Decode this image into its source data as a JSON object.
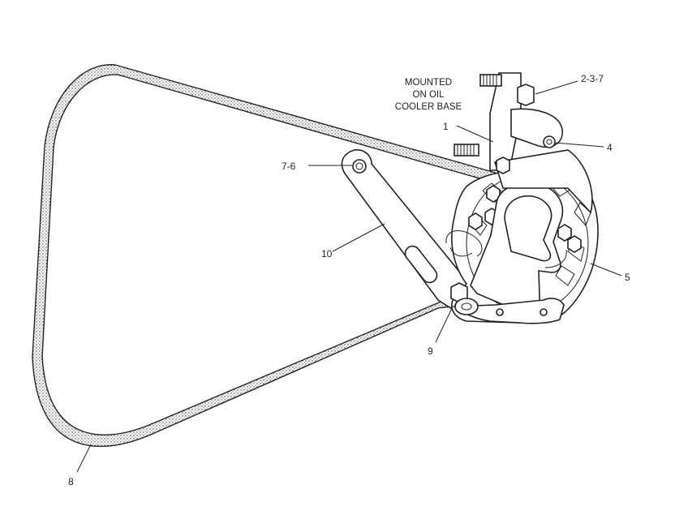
{
  "note": {
    "lines": [
      "MOUNTED",
      "ON OIL",
      "COOLER BASE"
    ]
  },
  "callouts": {
    "c1": "1",
    "c237": "2-3-7",
    "c4": "4",
    "c5": "5",
    "c76": "7-6",
    "c8": "8",
    "c9": "9",
    "c10": "10"
  },
  "colors": {
    "ink": "#222222",
    "belt_fill": "#d8d8d8",
    "background": "#ffffff"
  }
}
